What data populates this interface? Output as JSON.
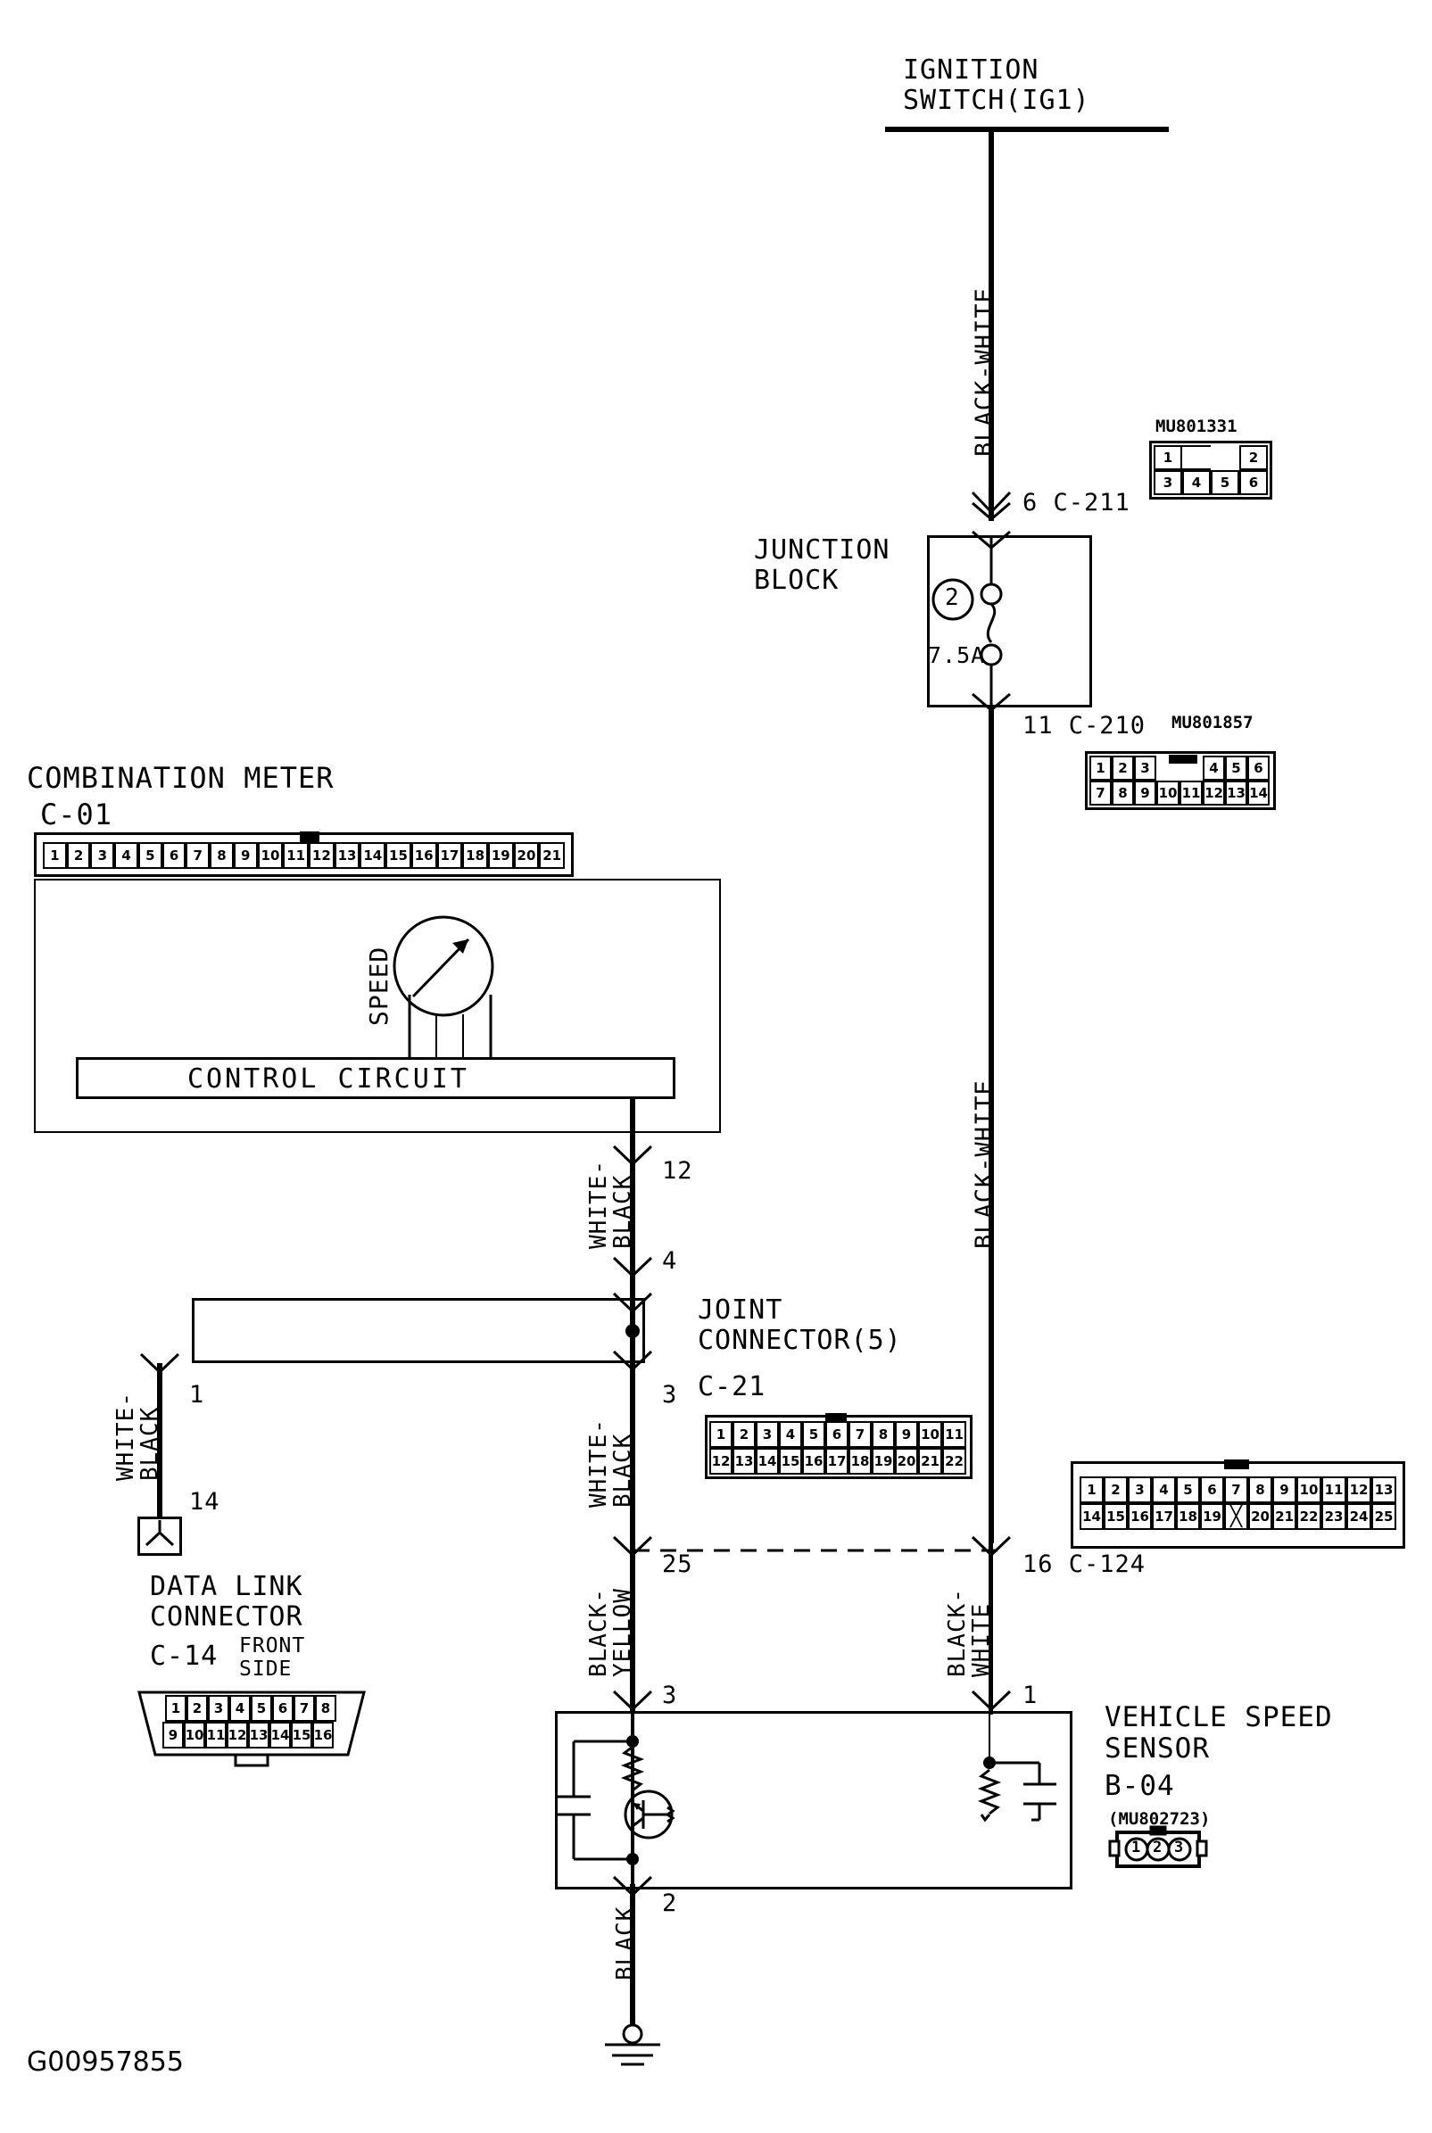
{
  "diagram": {
    "id_code": "G00957855",
    "title_top": "IGNITION\nSWITCH(IG1)"
  },
  "labels": {
    "ignition_switch": "IGNITION\nSWITCH(IG1)",
    "junction_block": "JUNCTION\nBLOCK",
    "junction_fuse_rating": "7.5A",
    "junction_fuse_circle": "2",
    "combination_meter": "COMBINATION METER",
    "combination_meter_code": "C-01",
    "speed_gauge": "SPEED",
    "control_circuit": "CONTROL CIRCUIT",
    "joint_connector": "JOINT\nCONNECTOR(5)",
    "joint_connector_code": "C-21",
    "data_link_connector": "DATA LINK\nCONNECTOR",
    "data_link_code": "C-14",
    "data_link_side": "FRONT\nSIDE",
    "vehicle_speed_sensor": "VEHICLE SPEED\nSENSOR",
    "vehicle_speed_sensor_code": "B-04",
    "vehicle_speed_sensor_part": "(MU802723)"
  },
  "wires": [
    {
      "name": "ignition-to-junction",
      "color": "BLACK-WHITE"
    },
    {
      "name": "junction-to-c124",
      "color": "BLACK-WHITE"
    },
    {
      "name": "meter-to-joint",
      "color": "WHITE-\nBLACK"
    },
    {
      "name": "joint-to-dlc",
      "color": "WHITE-\nBLACK"
    },
    {
      "name": "joint-lower",
      "color": "WHITE-\nBLACK"
    },
    {
      "name": "joint-to-sensor",
      "color": "BLACK-\nYELLOW"
    },
    {
      "name": "sensor-ground",
      "color": "BLACK"
    },
    {
      "name": "sensor-power",
      "color": "BLACK-\nWHITE"
    }
  ],
  "pin_callouts": {
    "c211": "6  C-211",
    "c210": "11  C-210",
    "meter_12": "12",
    "joint_4": "4",
    "joint_3": "3",
    "dlc_1": "1",
    "dlc_14": "14",
    "c124_25": "25",
    "c124_16": "16  C-124",
    "sensor_3": "3",
    "sensor_1": "1",
    "sensor_2": "2"
  },
  "connectors": {
    "mu801331": {
      "part": "MU801331",
      "rows": [
        [
          "1",
          "",
          "",
          "2"
        ],
        [
          "3",
          "4",
          "5",
          "6"
        ]
      ]
    },
    "mu801857": {
      "part": "MU801857",
      "code": "C-210",
      "rows": [
        [
          "1",
          "2",
          "3",
          "",
          "",
          "4",
          "5",
          "6"
        ],
        [
          "7",
          "8",
          "9",
          "10",
          "11",
          "12",
          "13",
          "14"
        ]
      ]
    },
    "c01": {
      "code": "C-01",
      "rows": [
        [
          "1",
          "2",
          "3",
          "4",
          "5",
          "6",
          "7",
          "8",
          "9",
          "10",
          "11",
          "12",
          "13",
          "14",
          "15",
          "16",
          "17",
          "18",
          "19",
          "20",
          "21"
        ]
      ]
    },
    "c21": {
      "code": "C-21",
      "rows": [
        [
          "1",
          "2",
          "3",
          "4",
          "5",
          "6",
          "7",
          "8",
          "9",
          "10",
          "11"
        ],
        [
          "12",
          "13",
          "14",
          "15",
          "16",
          "17",
          "18",
          "19",
          "20",
          "21",
          "22"
        ]
      ]
    },
    "c14": {
      "code": "C-14",
      "rows": [
        [
          "1",
          "2",
          "3",
          "4",
          "5",
          "6",
          "7",
          "8"
        ],
        [
          "9",
          "10",
          "11",
          "12",
          "13",
          "14",
          "15",
          "16"
        ]
      ]
    },
    "c124": {
      "rows": [
        [
          "1",
          "2",
          "3",
          "4",
          "5",
          "6",
          "7",
          "8",
          "9",
          "10",
          "11",
          "12",
          "13"
        ],
        [
          "14",
          "15",
          "16",
          "17",
          "18",
          "19",
          "╳",
          "20",
          "21",
          "22",
          "23",
          "24",
          "25"
        ]
      ]
    },
    "b04": {
      "part": "(MU802723)",
      "pins": [
        "1",
        "2",
        "3"
      ]
    }
  },
  "colors": {
    "ink": "#000000",
    "paper": "#ffffff"
  }
}
